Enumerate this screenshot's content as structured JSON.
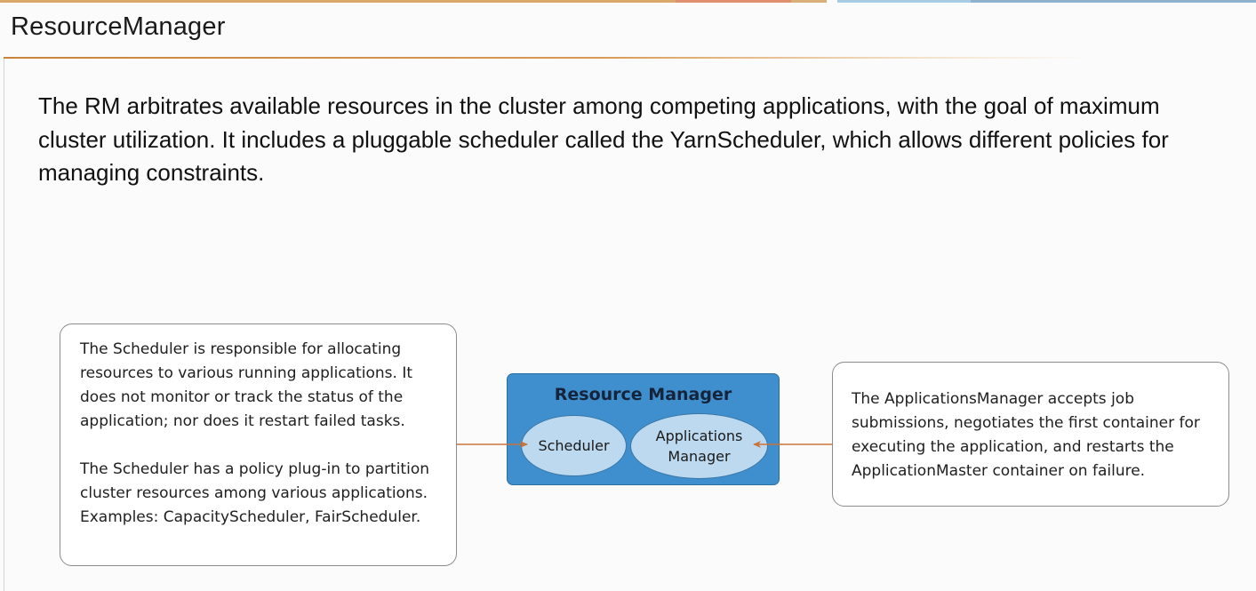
{
  "title": "ResourceManager",
  "intro": "The RM arbitrates available resources in the cluster among competing applications, with the goal of maximum cluster utilization. It includes a pluggable scheduler called the YarnScheduler, which allows different policies for managing constraints.",
  "diagram": {
    "resource_manager": {
      "title": "Resource Manager",
      "scheduler_label": "Scheduler",
      "apps_manager_label_line1": "Applications",
      "apps_manager_label_line2": "Manager"
    },
    "scheduler_note": {
      "para1": "The Scheduler is responsible for allocating resources to various running applications. It does not monitor or track the status of the application; nor does it restart failed tasks.",
      "para2": "The Scheduler has a policy plug-in to partition cluster resources among various applications. Examples: CapacityScheduler, FairScheduler."
    },
    "apps_manager_note": {
      "text": "The ApplicationsManager accepts job submissions, negotiates the first container for executing the application, and restarts the ApplicationMaster container on failure."
    }
  },
  "colors": {
    "accent_rule": "#c8843c",
    "rm_box_fill": "#3f8fce",
    "ellipse_fill": "#bcd9f0",
    "connector": "#c8743a"
  }
}
